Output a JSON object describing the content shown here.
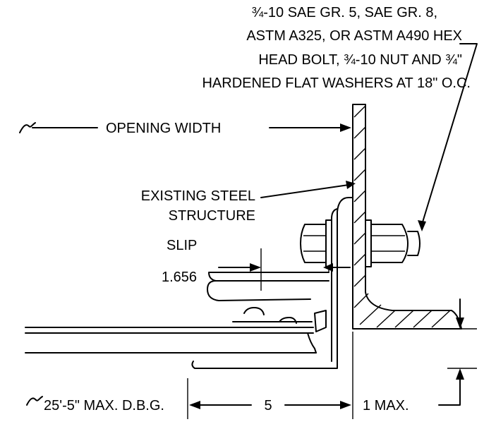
{
  "callouts": {
    "bolt_spec": {
      "line1": "¾-10 SAE GR. 5, SAE GR. 8,",
      "line2": "ASTM A325, OR ASTM A490 HEX",
      "line3": "HEAD BOLT, ¾-10 NUT AND ¾\"",
      "line4": "HARDENED FLAT WASHERS AT 18\" O.C."
    },
    "opening_width": "OPENING WIDTH",
    "existing_structure": {
      "line1": "EXISTING STEEL",
      "line2": "STRUCTURE"
    },
    "slip": {
      "label": "SLIP",
      "value": "1.656"
    }
  },
  "dimensions": {
    "span": "25'-5\" MAX. D.B.G.",
    "width": "5",
    "gap": "1 MAX."
  }
}
